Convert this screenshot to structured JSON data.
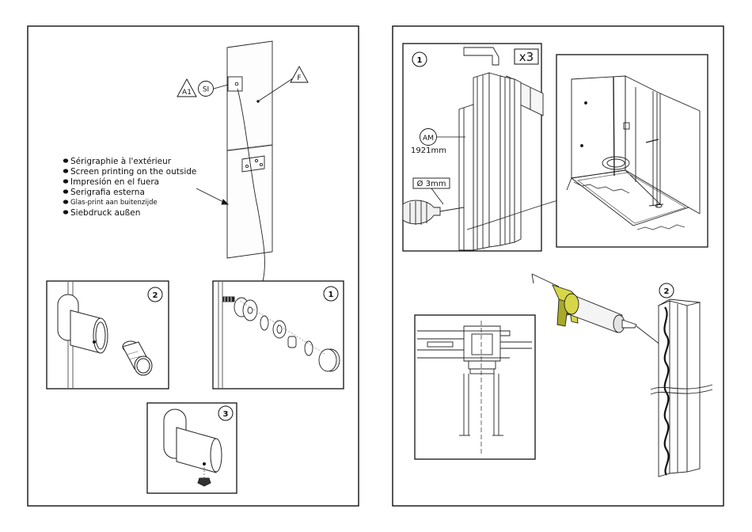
{
  "legend": {
    "lines": [
      "Sérigraphie à l'extérieur",
      "Screen printing on the outside",
      "Impresión en el fuera",
      "Serigrafia esterna",
      "Glas-print aan buitenzijde",
      "Siebdruck außen"
    ]
  },
  "callouts": {
    "a1": "A1",
    "si": "SI",
    "f": "F",
    "am": "AM",
    "length": "1921mm",
    "drill": "Ø 3mm",
    "quantity": "x3"
  },
  "steps": {
    "left_1": "1",
    "left_2": "2",
    "left_3": "3",
    "right_1": "1",
    "right_2": "2"
  },
  "colors": {
    "ink": "#111111",
    "gun_body": "#d6d648",
    "gun_shadow": "#a8a82a",
    "cartridge": "#f4f4f4"
  }
}
